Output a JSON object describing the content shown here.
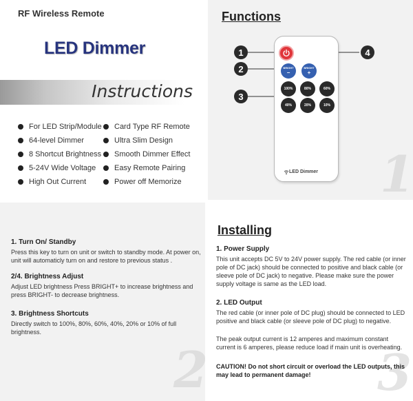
{
  "header": {
    "brand": "RF Wireless Remote",
    "product": "LED Dimmer",
    "instructions": "Instructions"
  },
  "features": {
    "left": [
      "For LED Strip/Module",
      "64-level Dimmer",
      "8 Shortcut Brightness",
      "5-24V Wide Voltage",
      "High Out Current"
    ],
    "right": [
      "Card Type RF Remote",
      "Ultra Slim Design",
      "Smooth Dimmer Effect",
      "Easy Remote Pairing",
      "Power off Memorize"
    ]
  },
  "functions": {
    "title": "Functions",
    "callouts": [
      "1",
      "2",
      "3",
      "4"
    ],
    "bright_minus": "BRIGHT",
    "bright_minus_sign": "−",
    "bright_plus": "BRIGHT",
    "bright_plus_sign": "+",
    "levels": [
      "100%",
      "80%",
      "60%",
      "40%",
      "20%",
      "10%"
    ],
    "remote_label": "LED Dimmer",
    "icons": {
      "power": "power-icon",
      "signal": "wifi-signal-icon"
    },
    "colors": {
      "power": "#e0353a",
      "bright": "#3560b0",
      "level": "#2a2a2a"
    }
  },
  "instructions": {
    "s1_title": "1. Turn On/ Standby",
    "s1_text": "Press this key to turn on unit or switch to standby mode. At power on, unit will automaticly turn on and restore to previous status .",
    "s2_title": "2/4. Brightness Adjust",
    "s2_text": "Adjust LED brightness Press BRIGHT+ to increase brightness and press BRIGHT- to decrease brightness.",
    "s3_title": "3. Brightness Shortcuts",
    "s3_text": "Directly switch to 100%, 80%, 60%, 40%, 20% or 10% of full brightness."
  },
  "installing": {
    "title": "Installing",
    "p1_title": "1. Power Supply",
    "p1_text": "This unit accepts DC 5V to 24V power supply. The red cable (or inner pole of DC jack) should be connected to positive and black cable (or sleeve pole of DC jack) to negative. Please make sure the power supply voltage is same as the LED load.",
    "p2_title": "2. LED Output",
    "p2_text": "The red cable (or inner pole of DC plug) should be connected to LED positive and black cable (or sleeve pole of DC plug) to negative.",
    "p2_text2": "The peak output current is 12 amperes  and maximum constant current is 6 amperes, please reduce load if main unit is overheating.",
    "caution": "CAUTION!  Do not short circuit or overload the LED outputs, this may lead to permanent damage!"
  },
  "watermarks": [
    "1",
    "2",
    "3"
  ]
}
